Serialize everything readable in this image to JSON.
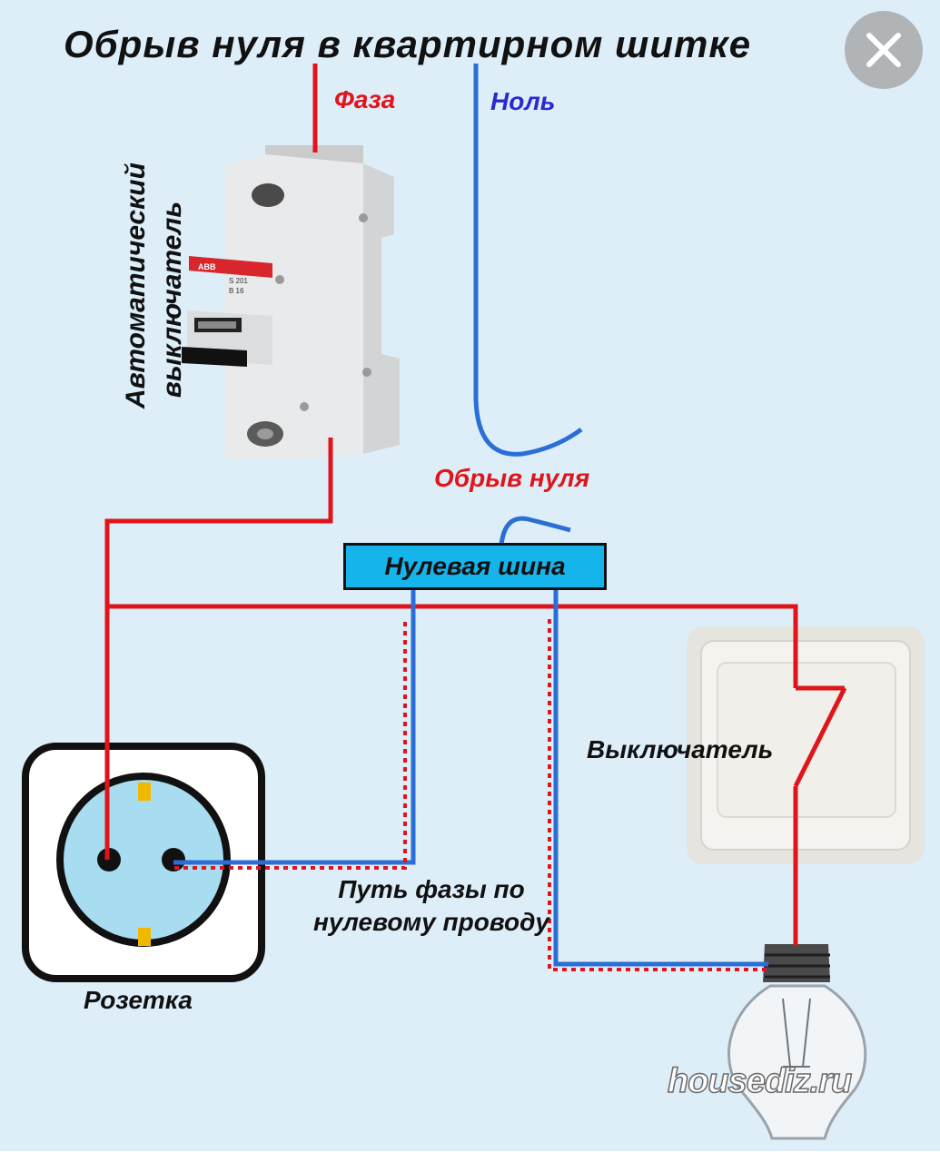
{
  "diagram": {
    "title": "Обрыв нуля в квартирном шитке",
    "labels": {
      "phase": "Фаза",
      "neutral": "Ноль",
      "breaker": "Автоматический выключатель",
      "neutral_break": "Обрыв нуля",
      "neutral_bus": "Нулевая шина",
      "switch": "Выключатель",
      "phase_path": "Путь фазы по нулевому проводу",
      "socket": "Розетка"
    },
    "breaker_markings": {
      "brand": "ABB",
      "model": "S 201",
      "rating": "B 16"
    },
    "watermark": "housediz.ru",
    "colors": {
      "background": "#deeef9",
      "phase_wire": "#e0141b",
      "neutral_wire": "#2b6fd6",
      "neutral_label": "#2a2ad0",
      "bus_fill": "#15b4ea",
      "socket_face": "#a8dcf0"
    }
  },
  "viewer": {
    "close_icon": "close-icon"
  }
}
